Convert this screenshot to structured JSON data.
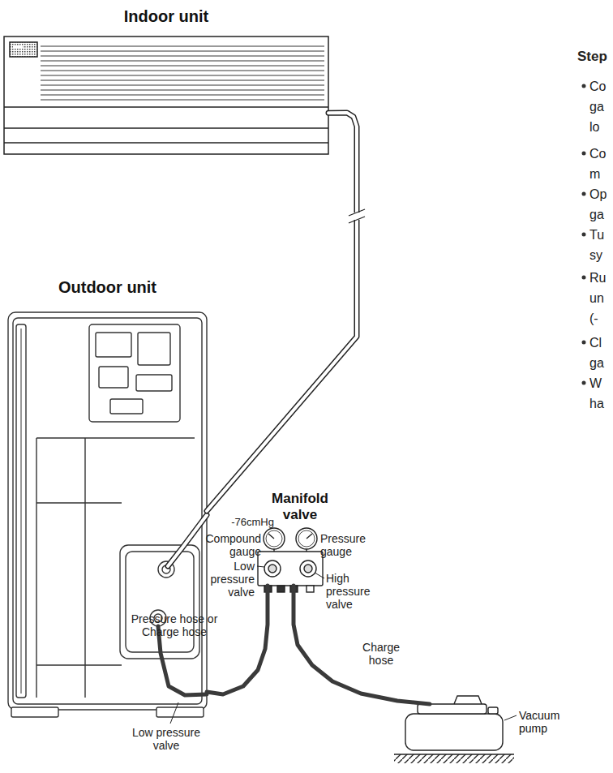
{
  "diagram": {
    "nodes": [
      {
        "text": [
          "Indoor unit"
        ]
      },
      {
        "text": [
          "Outdoor unit"
        ]
      },
      {
        "text": [
          "Manifold valve"
        ]
      },
      {
        "text": [
          "Vacuum pump"
        ]
      }
    ],
    "edges": [
      {
        "from": 0,
        "to": 1,
        "arrow": "none"
      },
      {
        "from": 1,
        "to": 2,
        "arrow": "none"
      },
      {
        "from": 2,
        "to": 3,
        "arrow": "none"
      }
    ],
    "labels": [
      "-76cmHg",
      "Compound gauge",
      "Pressure gauge",
      "Low pressure valve",
      "High pressure valve",
      "Pressure hose or Charge hose",
      "Charge hose",
      "Low pressure valve",
      "Step",
      "Co ga lo",
      "Co m",
      "Op ga",
      "Tu sy",
      "Ru un (-",
      "Cl ga",
      "W ha"
    ]
  }
}
